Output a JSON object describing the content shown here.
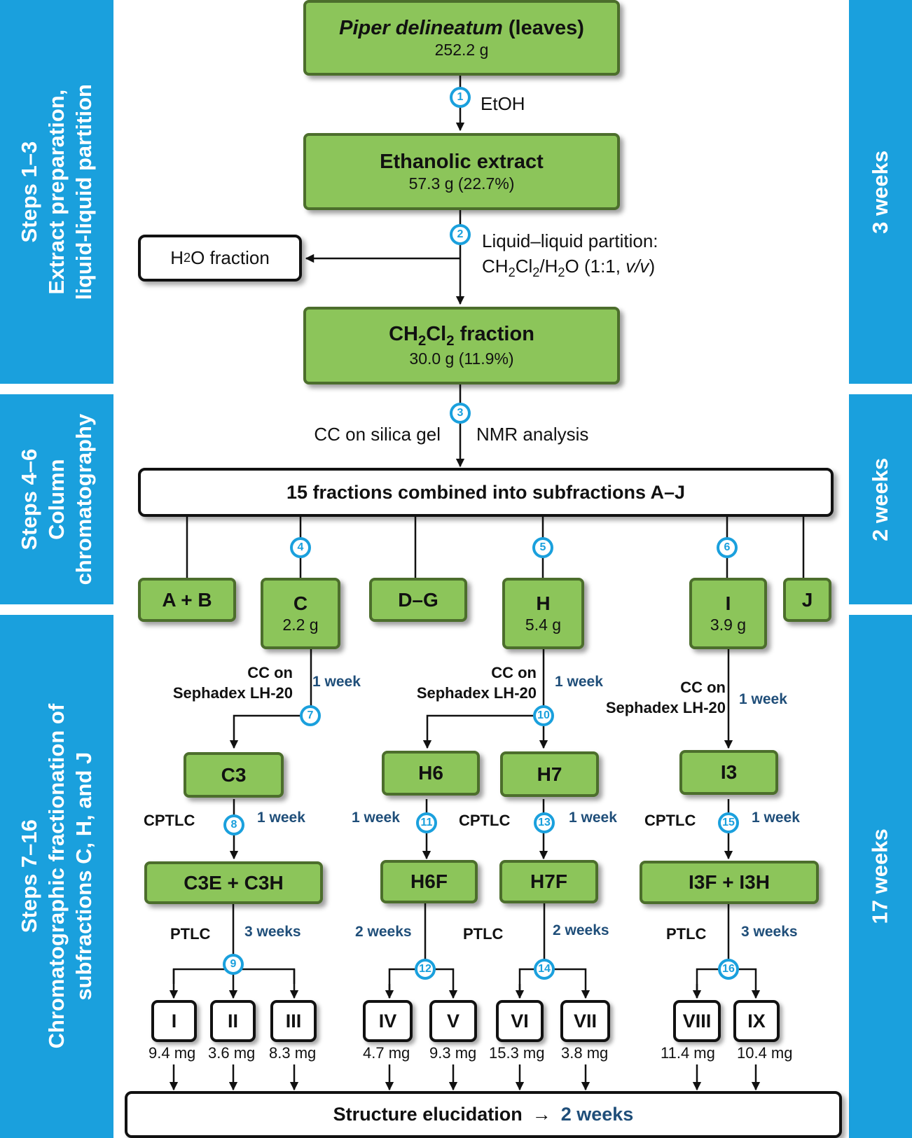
{
  "bands": {
    "left": [
      {
        "line1": "Steps 1–3",
        "line2": "Extract preparation,",
        "line3": "liquid-liquid partition"
      },
      {
        "line1": "Steps 4–6",
        "line2": "Column",
        "line3": "chromatography"
      },
      {
        "line1": "Steps 7–16",
        "line2": "Chromatographic fractionation of",
        "line3": "subfractions C, H, and J"
      }
    ],
    "right": [
      "3 weeks",
      "2 weeks",
      "17 weeks"
    ]
  },
  "main": {
    "plant": {
      "name": "Piper delineatum",
      "part": "(leaves)",
      "mass": "252.2 g"
    },
    "extract": {
      "title": "Ethanolic extract",
      "mass": "57.3 g (22.7%)"
    },
    "ch2cl2": {
      "title_pre": "CH",
      "sub1": "2",
      "mid": "Cl",
      "sub2": "2",
      "title_post": " fraction",
      "mass": "30.0 g (11.9%)"
    },
    "h2o": {
      "pre": "H",
      "sub": "2",
      "post": "O fraction"
    },
    "combined": "15 fractions combined into subfractions A–J",
    "structure": {
      "label": "Structure elucidation",
      "arrow": "→",
      "time": "2 weeks"
    }
  },
  "steps": {
    "s1": "1",
    "s2": "2",
    "s3": "3",
    "s4": "4",
    "s5": "5",
    "s6": "6",
    "s7": "7",
    "s8": "8",
    "s9": "9",
    "s10": "10",
    "s11": "11",
    "s12": "12",
    "s13": "13",
    "s14": "14",
    "s15": "15",
    "s16": "16"
  },
  "labels": {
    "etoh": "EtOH",
    "partition1": "Liquid–liquid partition:",
    "partition2_a": "CH",
    "partition2_s1": "2",
    "partition2_b": "Cl",
    "partition2_s2": "2",
    "partition2_c": "/H",
    "partition2_s3": "2",
    "partition2_d": "O (1:1, ",
    "partition2_v": "v/v",
    "partition2_e": ")",
    "cc_silica": "CC on silica gel",
    "nmr": "NMR analysis",
    "cc_on": "CC on",
    "sephadex": "Sephadex LH-20",
    "cptlc": "CPTLC",
    "ptlc": "PTLC",
    "one_week": "1 week",
    "two_weeks": "2 weeks",
    "three_weeks": "3 weeks"
  },
  "subfractions": {
    "ab": "A + B",
    "c": "C",
    "c_mass": "2.2 g",
    "dg": "D–G",
    "h": "H",
    "h_mass": "5.4 g",
    "i": "I",
    "i_mass": "3.9 g",
    "j": "J",
    "c3": "C3",
    "h6": "H6",
    "h7": "H7",
    "i3": "I3",
    "c3eh": "C3E + C3H",
    "h6f": "H6F",
    "h7f": "H7F",
    "i3fh": "I3F + I3H"
  },
  "compounds": [
    {
      "id": "I",
      "mass": "9.4 mg"
    },
    {
      "id": "II",
      "mass": "3.6 mg"
    },
    {
      "id": "III",
      "mass": "8.3 mg"
    },
    {
      "id": "IV",
      "mass": "4.7 mg"
    },
    {
      "id": "V",
      "mass": "9.3 mg"
    },
    {
      "id": "VI",
      "mass": "15.3 mg"
    },
    {
      "id": "VII",
      "mass": "3.8 mg"
    },
    {
      "id": "VIII",
      "mass": "11.4 mg"
    },
    {
      "id": "IX",
      "mass": "10.4 mg"
    }
  ],
  "colors": {
    "band": "#1aa0dd",
    "green": "#8cc55a",
    "green_border": "#4c6e2c",
    "time_text": "#1f4e79"
  }
}
